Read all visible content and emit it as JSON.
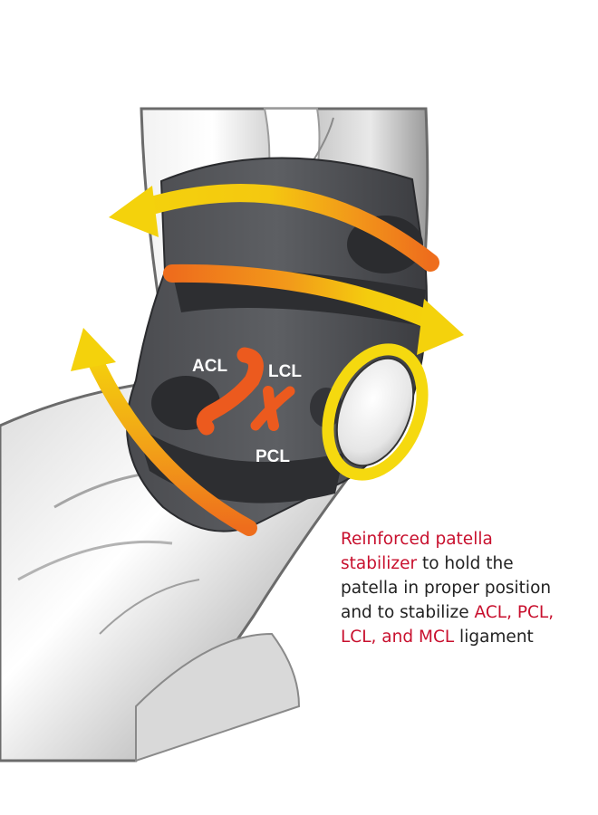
{
  "labels": {
    "acl": "ACL",
    "lcl": "LCL",
    "pcl": "PCL"
  },
  "caption": {
    "line1": "Reinforced patella",
    "line2a": "stabilizer",
    "line2b": " to hold the",
    "line3": "patella in proper position",
    "line4a": "and to stabilize ",
    "line4b": "ACL, PCL,",
    "line5a": "LCL, and MCL",
    "line5b": " ligament"
  },
  "colors": {
    "brace": "#55575b",
    "brace_dark": "#2d2e31",
    "arrow_yellow": "#f4d20c",
    "arrow_orange": "#f07a1c",
    "ligament": "#ec5a1e",
    "patella_ring": "#f5d90f",
    "caption_highlight": "#c8102e",
    "caption_text": "#222222"
  },
  "icons": {
    "arrow_upper": "curved-arrow-left-icon",
    "arrow_middle": "curved-arrow-right-icon",
    "arrow_lower": "curved-arrow-up-left-icon"
  }
}
